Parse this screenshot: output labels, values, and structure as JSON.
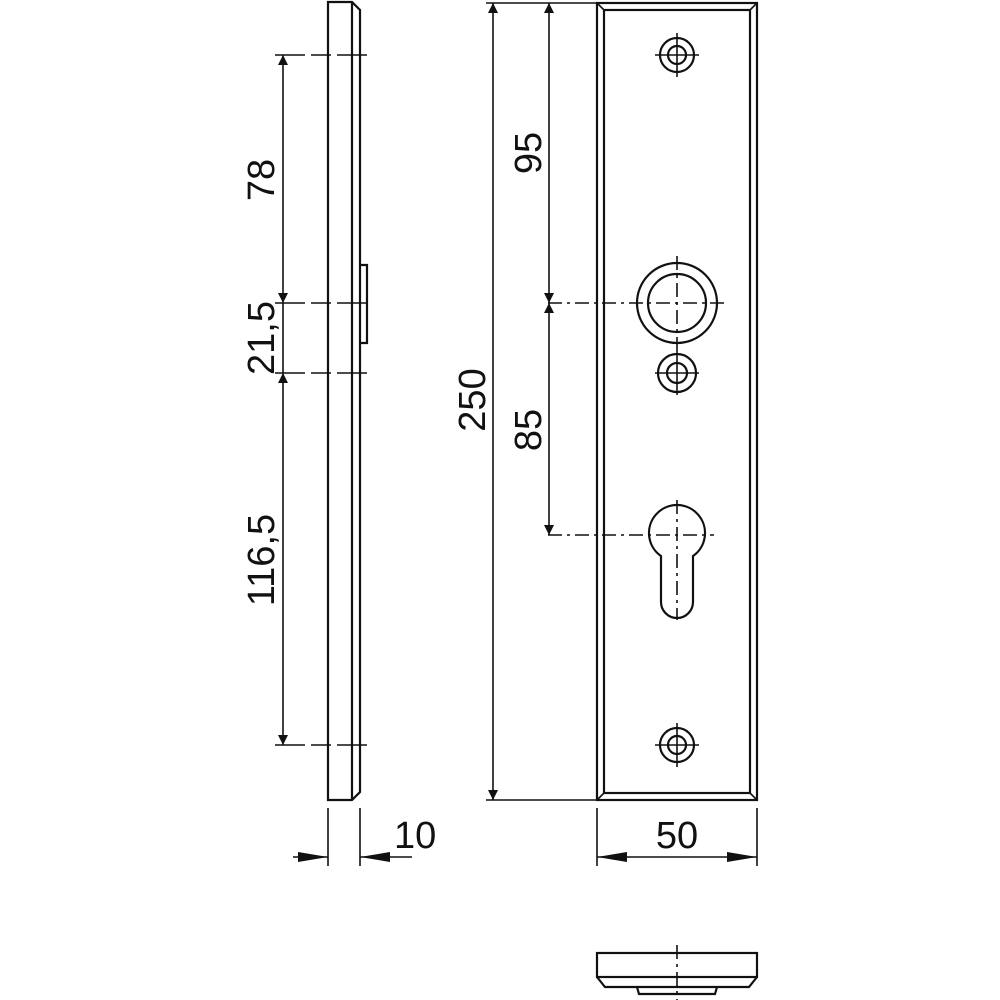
{
  "drawing": {
    "side_view": {
      "dims": {
        "top_to_handle": "78",
        "handle_to_screw": "21,5",
        "screw_to_bottom_screw": "116,5",
        "thickness": "10"
      }
    },
    "front_view": {
      "dims": {
        "height": "250",
        "top_to_handle": "95",
        "handle_to_cylinder": "85",
        "width": "50"
      }
    },
    "color": "#111111"
  }
}
